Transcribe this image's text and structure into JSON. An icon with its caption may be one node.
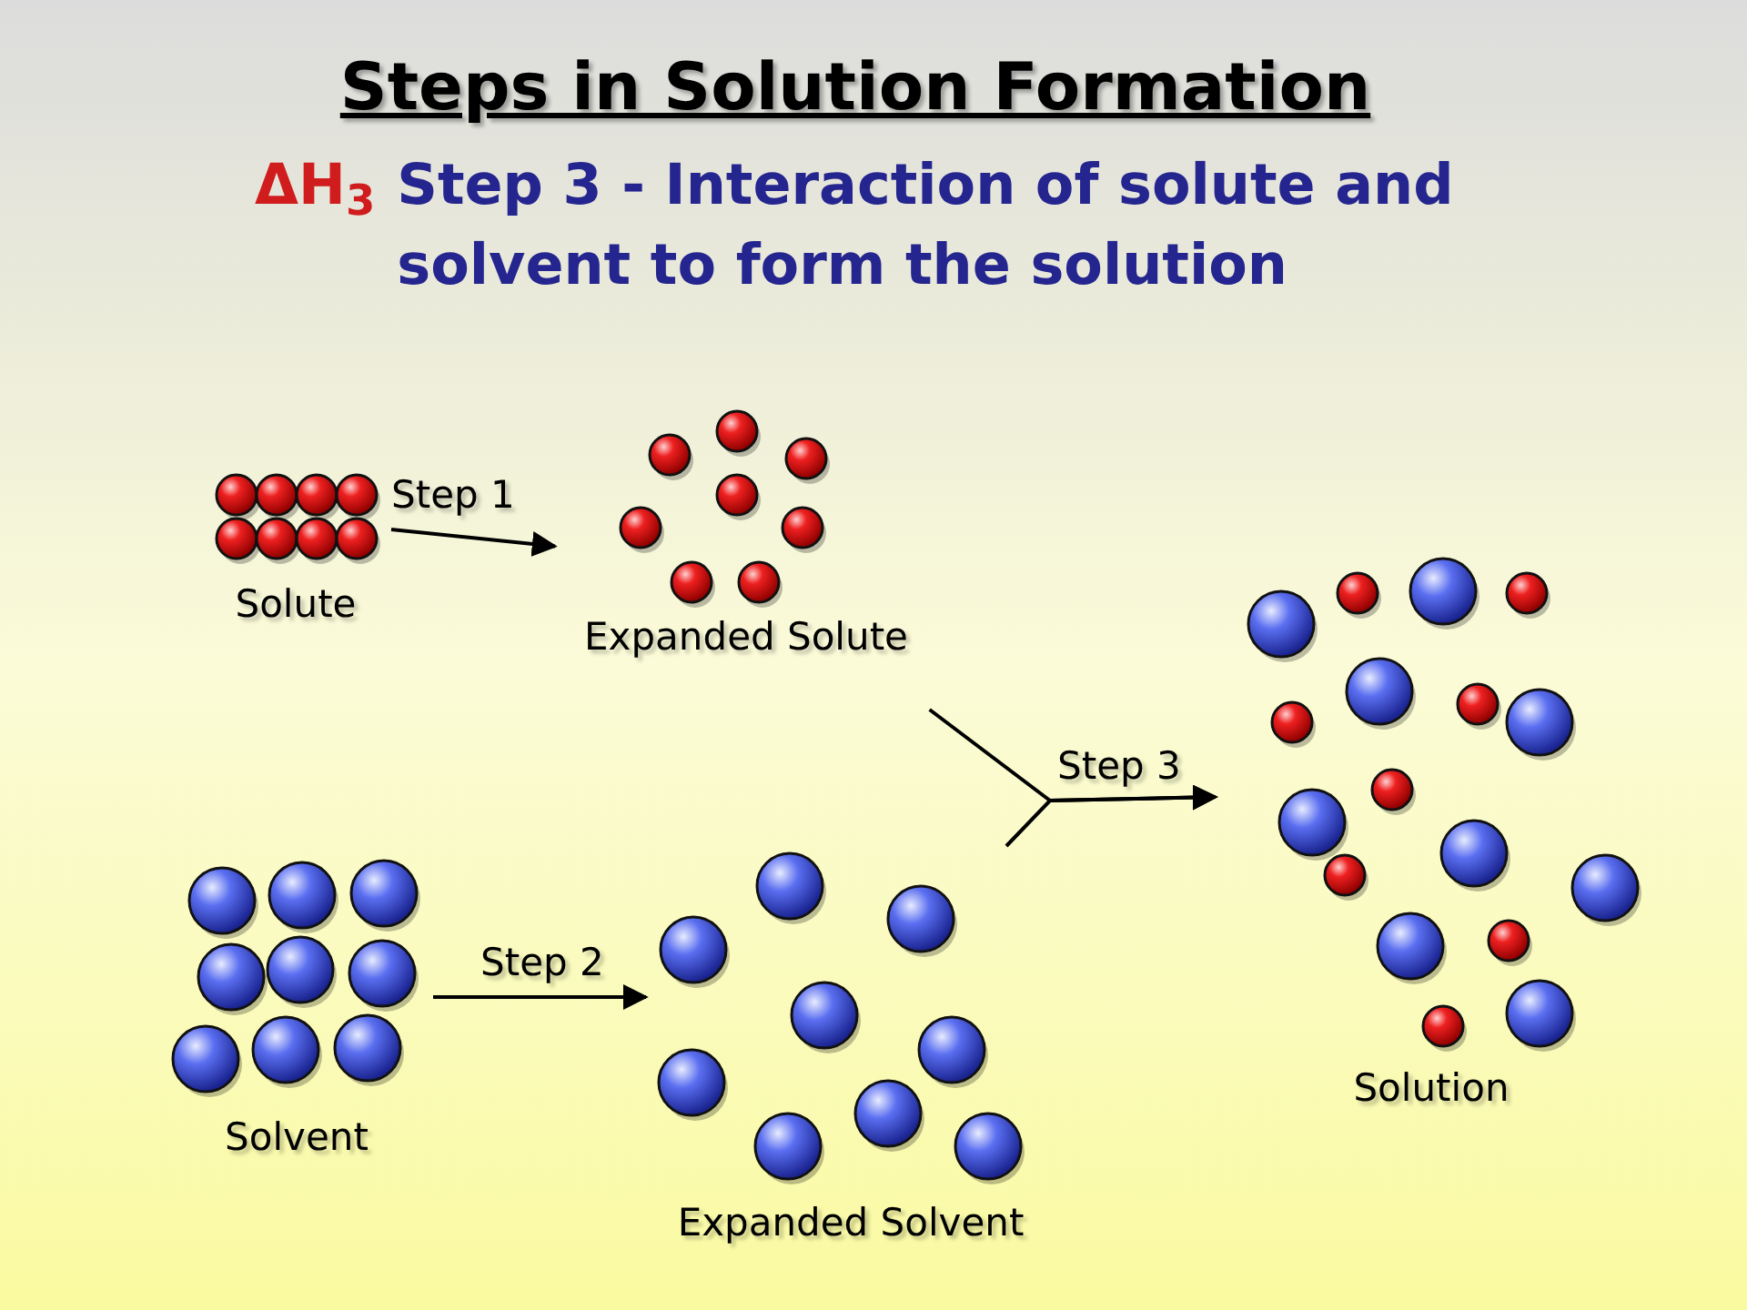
{
  "diagram": {
    "title": "Steps in Solution Formation",
    "nodes": [
      {
        "text": [
          "Solute"
        ]
      },
      {
        "text": [
          "Expanded Solute"
        ]
      },
      {
        "text": [
          "Solvent"
        ]
      },
      {
        "text": [
          "Expanded Solvent"
        ]
      },
      {
        "text": [
          "Solution"
        ]
      }
    ],
    "edges": [
      {
        "from": 0,
        "to": 1,
        "arrow": "to",
        "label": "Step 1"
      },
      {
        "from": 2,
        "to": 3,
        "arrow": "to",
        "label": "Step 2"
      },
      {
        "from": 1,
        "to": 4,
        "arrow": "to",
        "label": "Step 3"
      },
      {
        "from": 3,
        "to": 4,
        "arrow": "to"
      }
    ],
    "labels": [
      "ΔH$_{3}$",
      "Step 3 - Interaction of solute and solvent to form the solution"
    ]
  }
}
